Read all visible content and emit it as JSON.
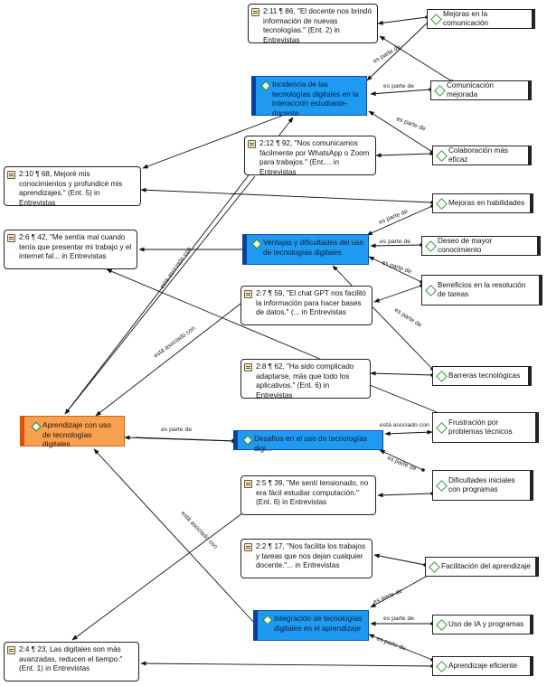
{
  "groups": {
    "incidencia": "Incidencia de las tecnologías digitales en la interacción estudiante-docente",
    "ventajas": "Ventajas y dificultades del uso de tecnologías digitales",
    "desafios": "Desafíos en el uso de tecnologías digi...",
    "integracion": "Integración de tecnologías digitales en el aprendizaje"
  },
  "root": "Aprendizaje con uso de tecnologías digitales",
  "codes": {
    "mejoras_comunicacion": "Mejoras en la comunicación",
    "comunicacion_mejorada": "Comunicación mejorada",
    "colaboracion": "Colaboración más eficaz",
    "mejoras_habilidades": "Mejoras en habilidades",
    "deseo_conocimiento": "Deseo de mayor conocimiento",
    "beneficios": "Beneficios en la resolución de tareas",
    "barreras": "Barreras tecnológicas",
    "frustracion": "Frustración por problemas técnicos",
    "dificultades": "Dificultades iniciales con programas",
    "facilitacion": "Facilitación del aprendizaje",
    "uso_ia": "Uso de IA y programas",
    "aprendizaje_eficiente": "Aprendizaje eficiente"
  },
  "quotes": {
    "q_86": "2:11 ¶ 86, \"El docente nos brindó información de nuevas tecnologías.\" (Ent. 2) in Entrevistas",
    "q_92": "2:12 ¶ 92, \"Nos comunicamos fácilmente por WhatsApp o Zoom para trabajos.\" (Ent.... in Entrevistas",
    "q_68": "2:10 ¶ 68, Mejoré mis conocimientos y profundicé mis aprendizajes.\" (Ent. 5) in Entrevistas",
    "q_42": "2:6 ¶ 42, \"Me sentía mal cuando tenía que presentar mi trabajo y el internet fal... in Entrevistas",
    "q_59": "2:7 ¶ 59, \"El chat GPT nos facilitó la información para hacer bases de datos.\" (... in Entrevistas",
    "q_62": "2:8 ¶ 62, \"Ha sido complicado adaptarse, más que todo los aplicativos.\" (Ent. 6) in Entrevistas",
    "q_39": "2:5 ¶ 39, \"Me sentí tensionado, no era fácil estudiar computación.\" (Ent. 6) in Entrevistas",
    "q_17": "2:2 ¶ 17, \"Nos facilita los trabajos y tareas que nos dejan cualquier docente.\"... in Entrevistas",
    "q_23": "2:4 ¶ 23, Las digitales son más avanzadas, reducen el tiempo.\" (Ent. 1) in Entrevistas"
  },
  "relations": {
    "es_parte_de": "es parte de",
    "esta_asociado_con": "está asociado con"
  },
  "colors": {
    "group_fill": "#1e9bf0",
    "root_fill": "#f7a050",
    "code_icon": "#3a9a3a"
  }
}
